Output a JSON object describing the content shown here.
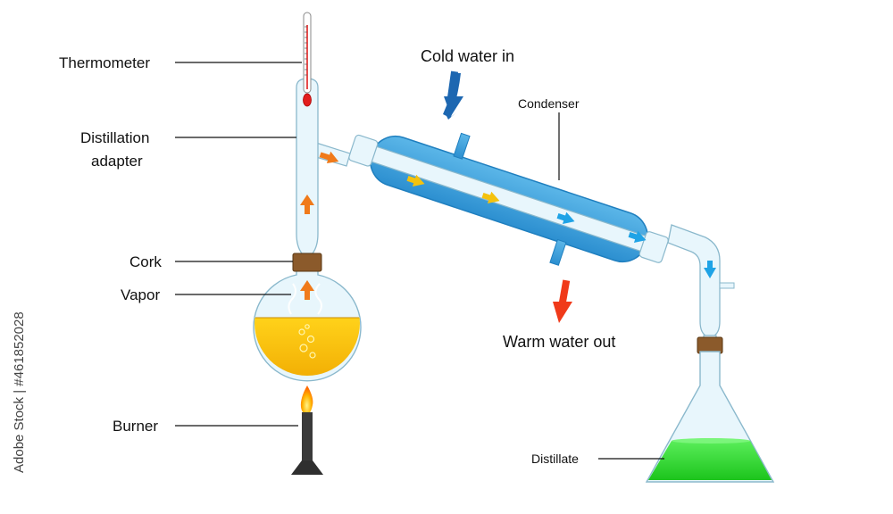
{
  "labels": {
    "thermometer": "Thermometer",
    "adapter_line1": "Distillation",
    "adapter_line2": "adapter",
    "cork": "Cork",
    "vapor": "Vapor",
    "burner": "Burner",
    "cold_water_in": "Cold water in",
    "condenser": "Condenser",
    "warm_water_out": "Warm water out",
    "distillate": "Distillate"
  },
  "watermark": "Adobe Stock | #461852028",
  "colors": {
    "glass": "#e8f6fc",
    "glass_stroke": "#8ab8cc",
    "jacket": "#3aa0db",
    "liquid": "#f5b400",
    "distillate": "#2fd42f",
    "cork": "#8b5a2b",
    "vapor_arrow": "#f07a1a",
    "yellow_arrow": "#f4c20d",
    "cool_arrow": "#1fa3e6",
    "cold_in_arrow": "#1d67b1",
    "warm_out_arrow": "#f03a1a",
    "burner": "#333333"
  }
}
